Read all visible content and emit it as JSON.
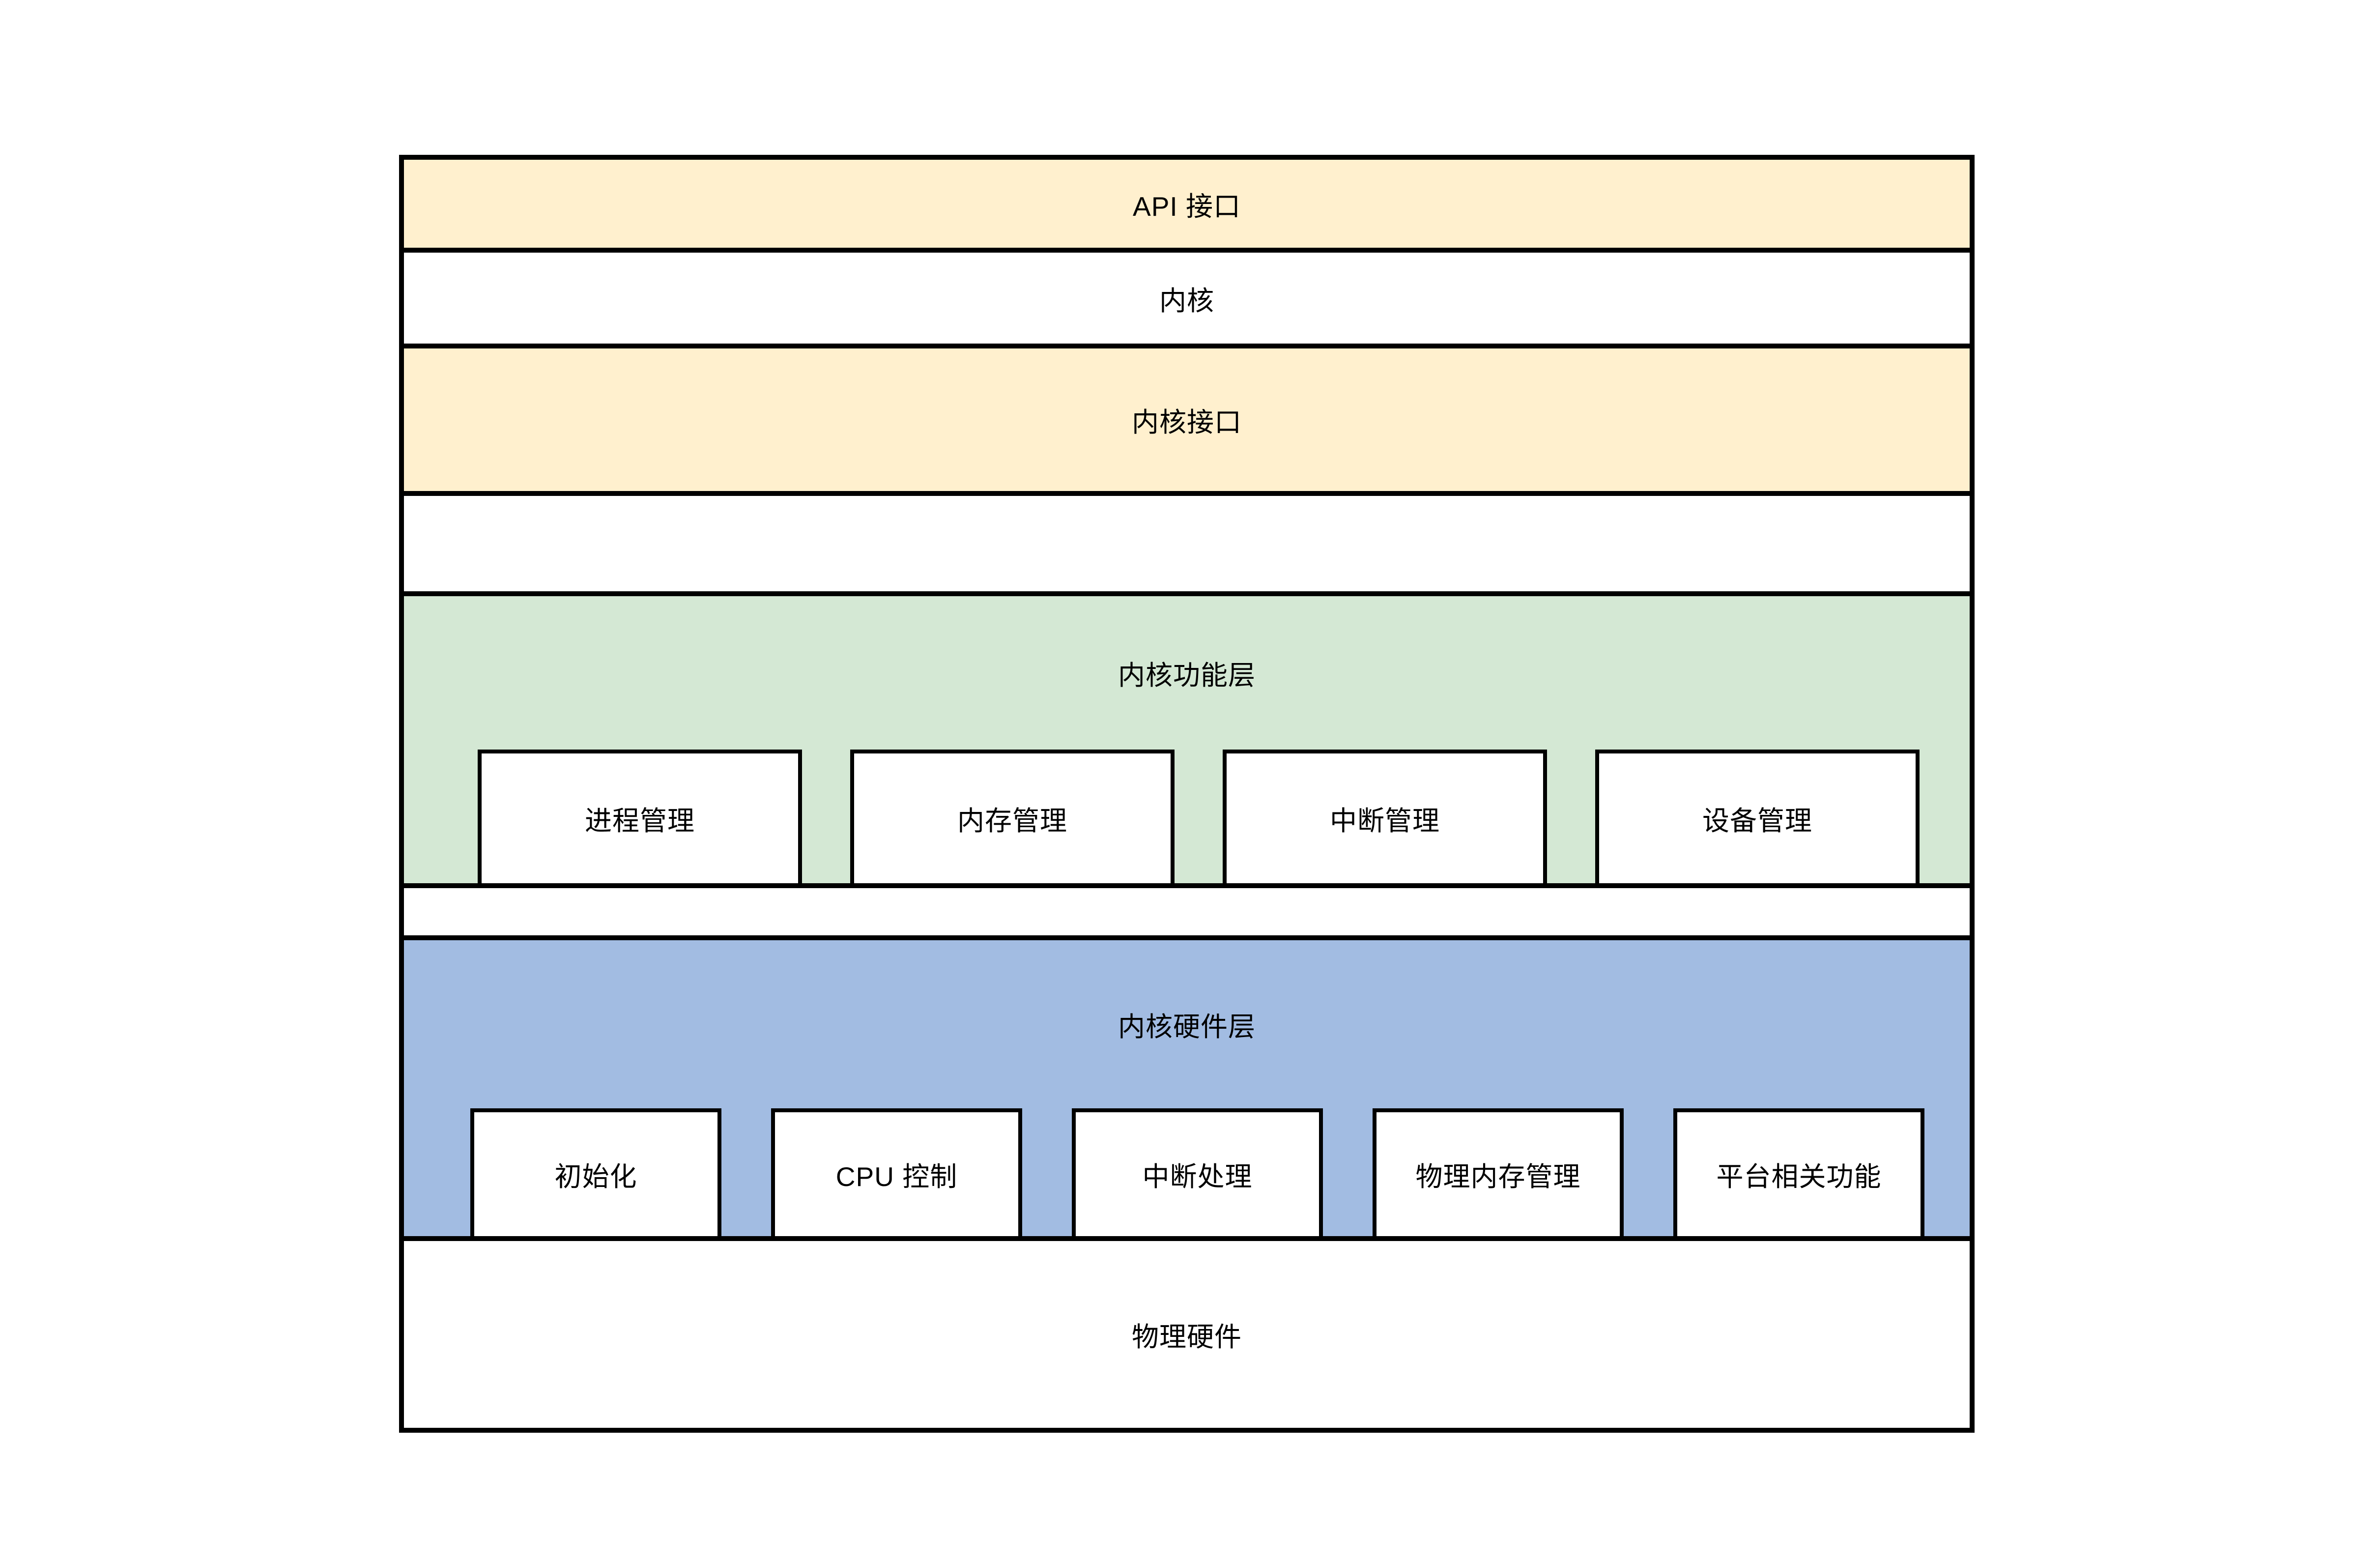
{
  "colors": {
    "layer_yellow": "#FFF0CE",
    "layer_green": "#D4E8D4",
    "layer_blue": "#A2BCE2",
    "box_fill": "#FFFFFF",
    "line": "#000000",
    "text": "#000000"
  },
  "layers": {
    "api": {
      "label": "API 接口"
    },
    "kernel": {
      "label": "内核"
    },
    "kernel_interface": {
      "label": "内核接口"
    },
    "kernel_functional": {
      "label": "内核功能层",
      "boxes": [
        {
          "label": "进程管理"
        },
        {
          "label": "内存管理"
        },
        {
          "label": "中断管理"
        },
        {
          "label": "设备管理"
        }
      ]
    },
    "kernel_hardware": {
      "label": "内核硬件层",
      "boxes": [
        {
          "label": "初始化"
        },
        {
          "label": "CPU 控制"
        },
        {
          "label": "中断处理"
        },
        {
          "label": "物理内存管理"
        },
        {
          "label": "平台相关功能"
        }
      ]
    },
    "physical_hardware": {
      "label": "物理硬件"
    }
  }
}
